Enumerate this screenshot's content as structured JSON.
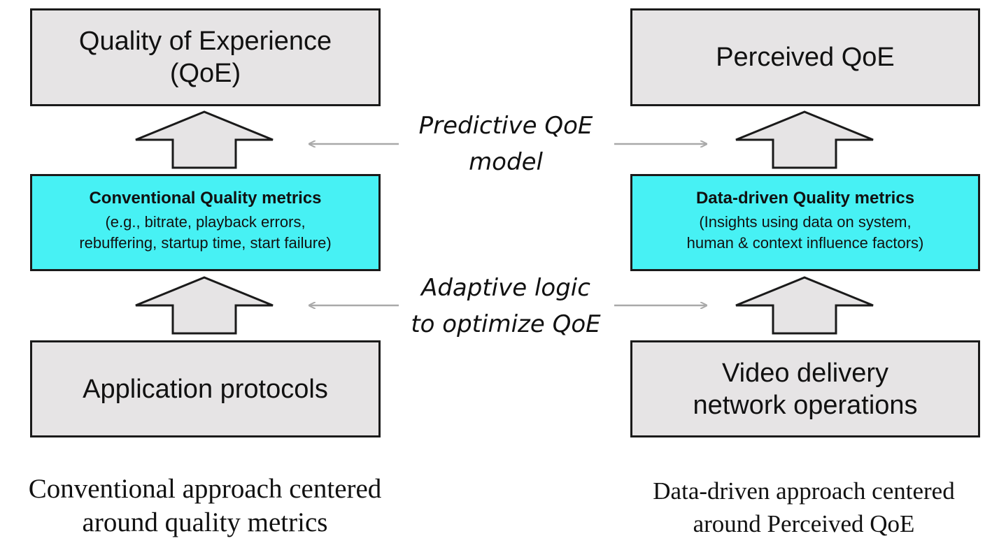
{
  "left": {
    "top_box": [
      "Quality of Experience",
      "(QoE)"
    ],
    "metrics_box": {
      "title": "Conventional Quality metrics",
      "lines": [
        "(e.g., bitrate, playback errors,",
        "rebuffering, startup time, start failure)"
      ]
    },
    "bottom_box": [
      "Application protocols"
    ],
    "caption": [
      "Conventional approach centered",
      "around quality metrics"
    ]
  },
  "right": {
    "top_box": [
      "Perceived QoE"
    ],
    "metrics_box": {
      "title": "Data-driven Quality metrics",
      "lines": [
        "(Insights using data on system,",
        "human & context influence factors)"
      ]
    },
    "bottom_box": [
      "Video delivery",
      "network operations"
    ],
    "caption": [
      "Data-driven approach centered",
      "around Perceived QoE"
    ]
  },
  "center": {
    "upper_label": [
      "Predictive QoE",
      "model"
    ],
    "lower_label": [
      "Adaptive logic",
      "to optimize QoE"
    ]
  },
  "colors": {
    "box_fill": "#e6e4e5",
    "metrics_fill": "#47f1f4",
    "connector": "#a9a9a9"
  }
}
